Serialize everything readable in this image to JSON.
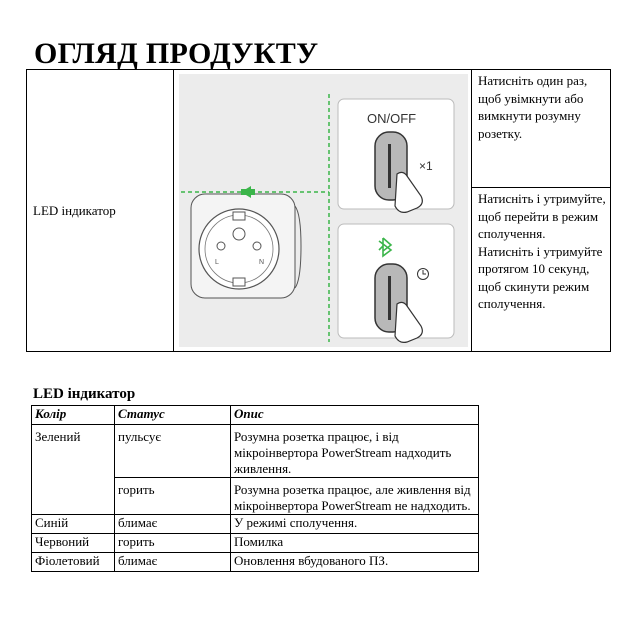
{
  "page": {
    "title": "ОГЛЯД ПРОДУКТУ"
  },
  "overview": {
    "label": "LED індикатор",
    "on_off_label": "ON/OFF",
    "press_count": "×1",
    "step1_text": "Натисніть один раз, щоб увімкнути або вимкнути розумну розетку.",
    "step2_text_a": "Натисніть і утримуйте, щоб перейти в режим сполучення.",
    "step2_text_b": "Натисніть і утримуйте протягом 10 секунд, щоб скинути режим сполучення.",
    "icons": [
      "bluetooth-icon",
      "clock-icon",
      "hand-press-icon",
      "smart-plug-socket"
    ]
  },
  "led": {
    "heading": "LED індикатор",
    "headers": [
      "Колір",
      "Статус",
      "Опис"
    ],
    "rows": [
      {
        "color": "Зелений",
        "status": "пульсує",
        "desc": "Розумна розетка працює, і від мікроінвертора PowerStream надходить живлення."
      },
      {
        "color": "",
        "status": "горить",
        "desc": "Розумна розетка працює, але живлення від мікроінвертора PowerStream не надходить."
      },
      {
        "color": "Синій",
        "status": "блимає",
        "desc": "У режимі сполучення."
      },
      {
        "color": "Червоний",
        "status": "горить",
        "desc": "Помилка"
      },
      {
        "color": "Фіолетовий",
        "status": "блимає",
        "desc": "Оновлення вбудованого ПЗ."
      }
    ]
  },
  "colors": {
    "guide_green": "#3bb54a",
    "panel_bg": "#ececec",
    "button_gray": "#b8b8b8"
  }
}
